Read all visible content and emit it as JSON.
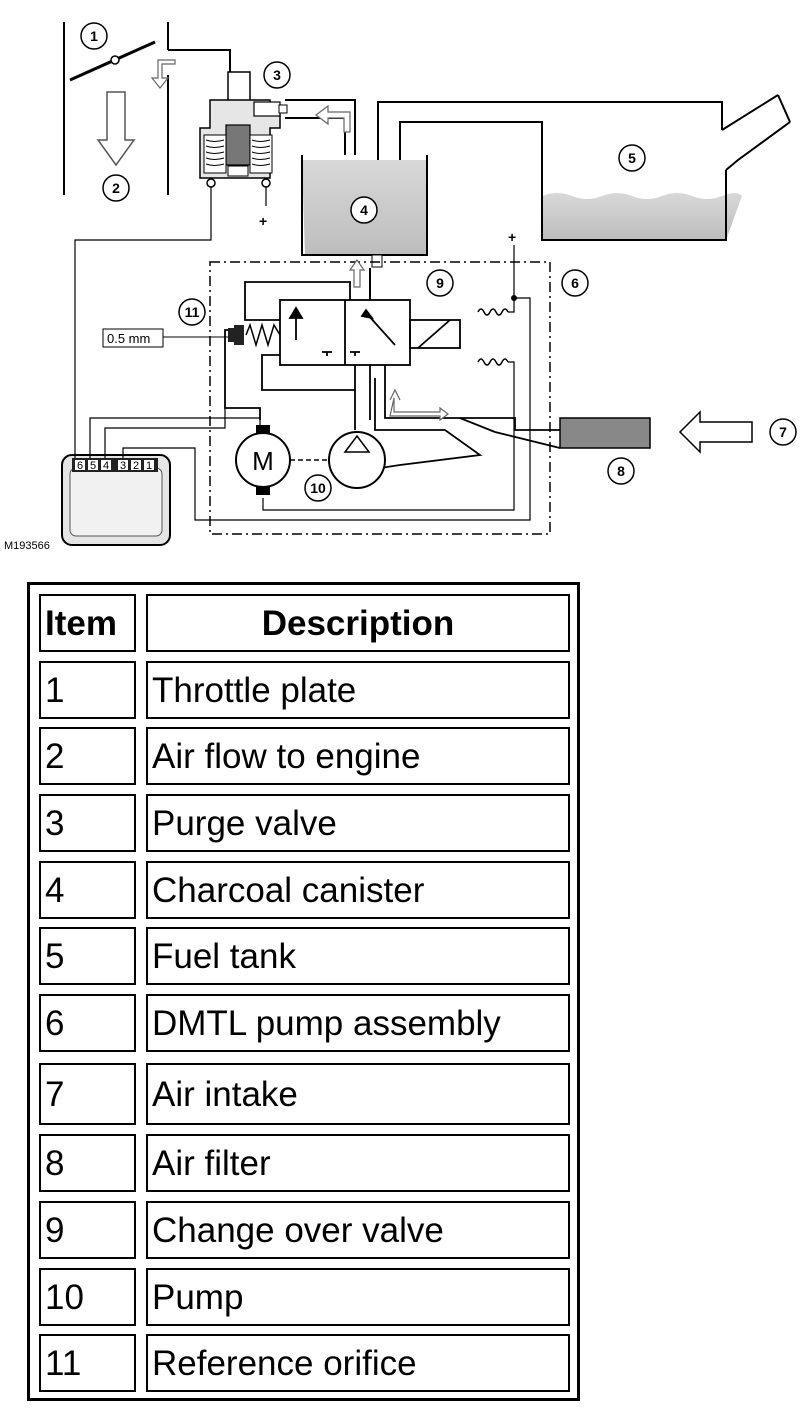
{
  "figure_id": "M193566",
  "orifice_label": "0.5 mm",
  "callouts": [
    "1",
    "2",
    "3",
    "4",
    "5",
    "6",
    "7",
    "8",
    "9",
    "10",
    "11"
  ],
  "connector_pins": [
    "6",
    "5",
    "4",
    "3",
    "2",
    "1"
  ],
  "motor_label": "M",
  "plus_sign": "+",
  "legend": {
    "header_item": "Item",
    "header_description": "Description",
    "rows": [
      {
        "item": "1",
        "description": "Throttle plate"
      },
      {
        "item": "2",
        "description": "Air flow to engine"
      },
      {
        "item": "3",
        "description": "Purge valve"
      },
      {
        "item": "4",
        "description": "Charcoal canister"
      },
      {
        "item": "5",
        "description": "Fuel tank"
      },
      {
        "item": "6",
        "description": "DMTL pump assembly"
      },
      {
        "item": "7",
        "description": "Air intake"
      },
      {
        "item": "8",
        "description": "Air filter"
      },
      {
        "item": "9",
        "description": "Change over valve"
      },
      {
        "item": "10",
        "description": "Pump"
      },
      {
        "item": "11",
        "description": "Reference orifice"
      }
    ]
  }
}
